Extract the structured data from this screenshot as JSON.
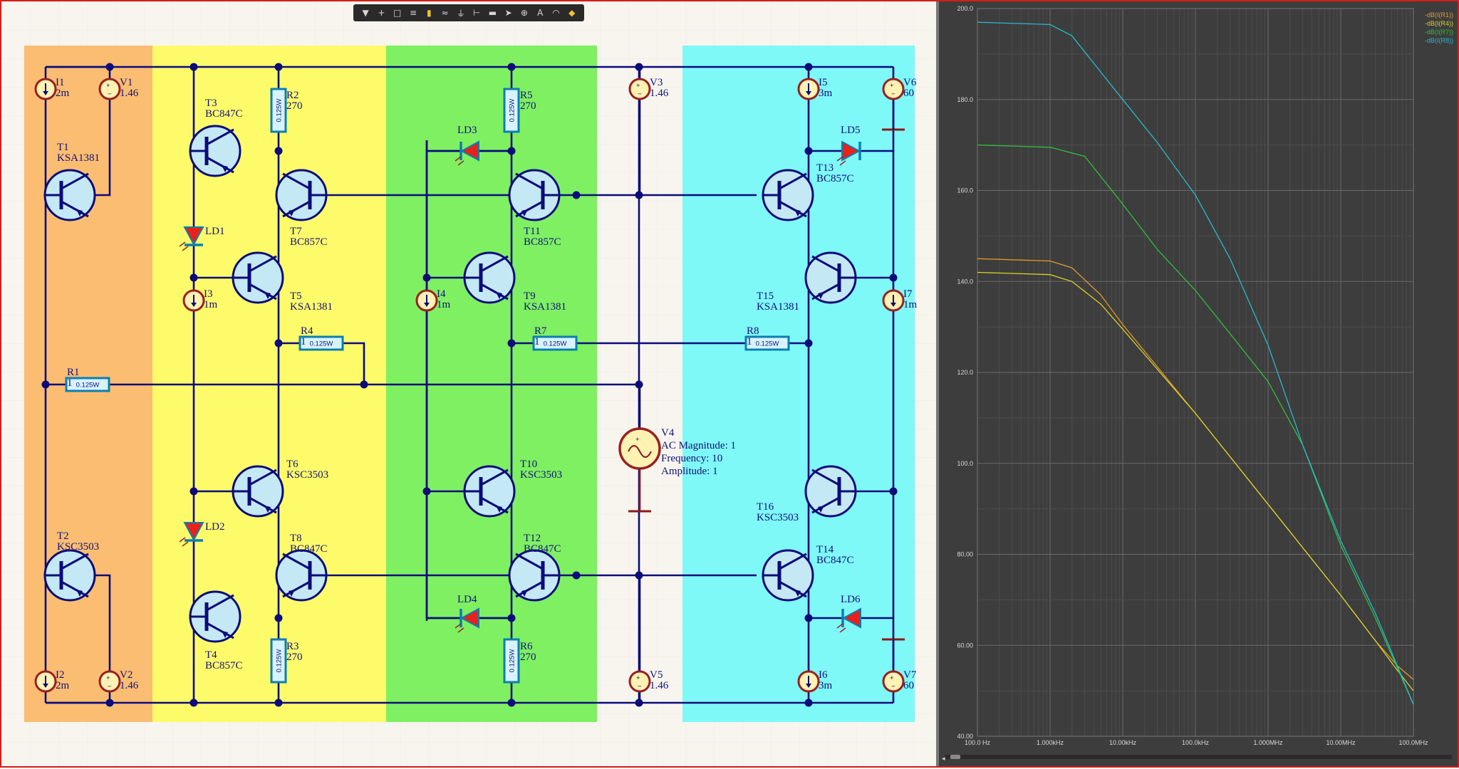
{
  "toolbar": {
    "tools": [
      "filter-icon",
      "crosshair-icon",
      "select-rect-icon",
      "align-icon",
      "component-icon",
      "wire-icon",
      "ground-icon",
      "net-label-icon",
      "bus-icon",
      "port-icon",
      "power-icon",
      "text-icon",
      "arc-icon",
      "marker-icon"
    ]
  },
  "colors": {
    "wire": "#0b0b7a",
    "junction": "#0b0b7a",
    "zone_orange": "#fbbd72",
    "zone_yellow": "#fefb6a",
    "zone_green": "#7ef062",
    "zone_cyan": "#7ff8f8",
    "transistor_fill": "#c4e8f4",
    "diode_red": "#e8211b",
    "source_ring": "#9a2020",
    "source_fill": "#fff2b3",
    "resistor_fill": "#d7f3ff",
    "resistor_stroke": "#0b7fb0",
    "plot_bg": "#3d3d3d",
    "grid": "#666666"
  },
  "schematic": {
    "transistors": [
      {
        "ref": "T1",
        "part": "KSA1381"
      },
      {
        "ref": "T2",
        "part": "KSC3503"
      },
      {
        "ref": "T3",
        "part": "BC847C"
      },
      {
        "ref": "T4",
        "part": "BC857C"
      },
      {
        "ref": "T5",
        "part": "KSA1381"
      },
      {
        "ref": "T6",
        "part": "KSC3503"
      },
      {
        "ref": "T7",
        "part": "BC857C"
      },
      {
        "ref": "T8",
        "part": "BC847C"
      },
      {
        "ref": "T9",
        "part": "KSA1381"
      },
      {
        "ref": "T10",
        "part": "KSC3503"
      },
      {
        "ref": "T11",
        "part": "BC857C"
      },
      {
        "ref": "T12",
        "part": "BC847C"
      },
      {
        "ref": "T13",
        "part": "BC857C"
      },
      {
        "ref": "T14",
        "part": "BC847C"
      },
      {
        "ref": "T15",
        "part": "KSA1381"
      },
      {
        "ref": "T16",
        "part": "KSC3503"
      }
    ],
    "resistors": [
      {
        "ref": "R1",
        "value": "1",
        "power": "0.125W"
      },
      {
        "ref": "R2",
        "value": "270",
        "power": "0.125W"
      },
      {
        "ref": "R3",
        "value": "270",
        "power": "0.125W"
      },
      {
        "ref": "R4",
        "value": "1",
        "power": "0.125W"
      },
      {
        "ref": "R5",
        "value": "270",
        "power": "0.125W"
      },
      {
        "ref": "R6",
        "value": "270",
        "power": "0.125W"
      },
      {
        "ref": "R7",
        "value": "1",
        "power": "0.125W"
      },
      {
        "ref": "R8",
        "value": "1",
        "power": "0.125W"
      }
    ],
    "current_sources": [
      {
        "ref": "I1",
        "value": "2m"
      },
      {
        "ref": "I2",
        "value": "2m"
      },
      {
        "ref": "I3",
        "value": "1m"
      },
      {
        "ref": "I4",
        "value": "1m"
      },
      {
        "ref": "I5",
        "value": "3m"
      },
      {
        "ref": "I6",
        "value": "3m"
      },
      {
        "ref": "I7",
        "value": "1m"
      }
    ],
    "voltage_sources": [
      {
        "ref": "V1",
        "value": "1.46"
      },
      {
        "ref": "V2",
        "value": "1.46"
      },
      {
        "ref": "V3",
        "value": "1.46"
      },
      {
        "ref": "V5",
        "value": "1.46"
      },
      {
        "ref": "V6",
        "value": "60"
      },
      {
        "ref": "V7",
        "value": "60"
      }
    ],
    "ac_source": {
      "ref": "V4",
      "lines": [
        "AC Magnitude: 1",
        "Frequency: 10",
        "Amplitude: 1"
      ]
    },
    "leds": [
      "LD1",
      "LD2",
      "LD3",
      "LD4",
      "LD5",
      "LD6"
    ]
  },
  "chart_data": {
    "type": "line",
    "title": "",
    "xlabel": "",
    "ylabel": "",
    "xscale": "log",
    "x_ticks": [
      "100.0 Hz",
      "1.000kHz",
      "10.00kHz",
      "100.0kHz",
      "1.000MHz",
      "10.00MHz",
      "100.0MHz"
    ],
    "y_ticks": [
      "200.0",
      "180.0",
      "160.0",
      "140.0",
      "120.0",
      "100.0",
      "80.00",
      "60.00",
      "40.00"
    ],
    "xlim": [
      100,
      100000000
    ],
    "ylim": [
      40,
      200
    ],
    "grid": true,
    "legend_position": "top-right",
    "series": [
      {
        "name": "-dB(I(R1))",
        "color": "#e39a2b",
        "x": [
          100,
          1000,
          2000,
          5000,
          10000,
          100000,
          1000000,
          10000000,
          30000000,
          60000000,
          100000000
        ],
        "y": [
          145,
          144.5,
          143,
          137,
          130.5,
          111,
          91,
          71,
          61,
          55.5,
          52.5
        ]
      },
      {
        "name": "-dB(I(R4))",
        "color": "#d9cf2a",
        "x": [
          100,
          1000,
          2000,
          5000,
          10000,
          100000,
          1000000,
          10000000,
          30000000,
          60000000,
          100000000
        ],
        "y": [
          142,
          141.5,
          140,
          135,
          129.5,
          111,
          91,
          71,
          61,
          54.5,
          50
        ]
      },
      {
        "name": "-dB(I(R7))",
        "color": "#2fbf3e",
        "x": [
          100,
          1000,
          3000,
          10000,
          30000,
          100000,
          300000,
          1000000,
          3000000,
          10000000,
          30000000,
          100000000
        ],
        "y": [
          170,
          169.5,
          167.5,
          157,
          147,
          138,
          128.5,
          118,
          104,
          82,
          66,
          47
        ]
      },
      {
        "name": "-dB(I(R8))",
        "color": "#27b9cf",
        "x": [
          100,
          1000,
          2000,
          5000,
          10000,
          30000,
          100000,
          300000,
          1000000,
          3000000,
          10000000,
          30000000,
          100000000
        ],
        "y": [
          197,
          196.5,
          194,
          186,
          180,
          170.5,
          159,
          145,
          126,
          104,
          83,
          67,
          47
        ]
      }
    ]
  }
}
